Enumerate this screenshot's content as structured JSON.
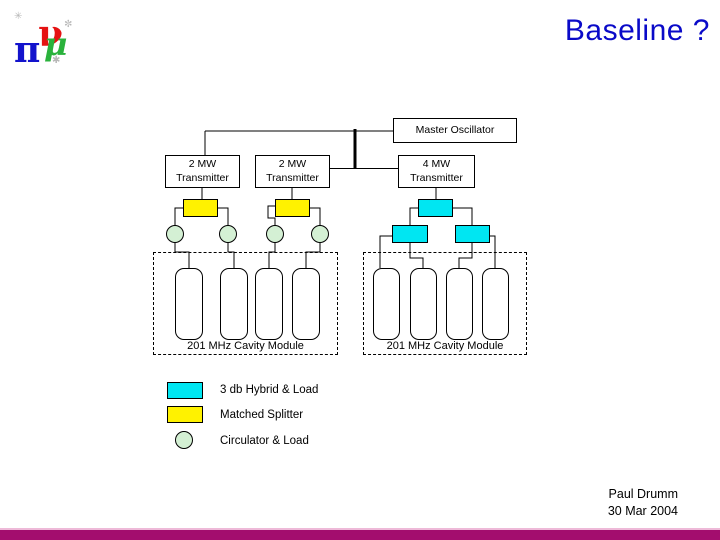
{
  "slide": {
    "title": "Baseline ?",
    "footer": {
      "author": "Paul Drumm",
      "date": "30 Mar 2004"
    },
    "logo": {
      "nu": "ν",
      "pi": "π",
      "mu": "μ"
    }
  },
  "diagram": {
    "master_oscillator": "Master Oscillator",
    "transmitters": [
      {
        "line1": "2 MW",
        "line2": "Transmitter"
      },
      {
        "line1": "2 MW",
        "line2": "Transmitter"
      },
      {
        "line1": "4 MW",
        "line2": "Transmitter"
      }
    ],
    "modules": [
      {
        "label": "201 MHz Cavity Module"
      },
      {
        "label": "201 MHz Cavity Module"
      }
    ]
  },
  "legend": {
    "items": [
      {
        "swatch": "hybrid-box",
        "label": "3 db Hybrid & Load",
        "color": "#00e6f2"
      },
      {
        "swatch": "splitter-box",
        "label": "Matched Splitter",
        "color": "#fff200"
      },
      {
        "swatch": "circulator-circle",
        "label": "Circulator & Load",
        "color": "#d4f0d4"
      }
    ]
  },
  "colors": {
    "title_blue": "#0a0ac8",
    "hybrid_cyan": "#00e6f2",
    "splitter_yellow": "#fff200",
    "circulator_green": "#d4f0d4",
    "bottom_band_magenta": "#a30d6e",
    "bottom_band_pink": "#eeb9d8"
  }
}
